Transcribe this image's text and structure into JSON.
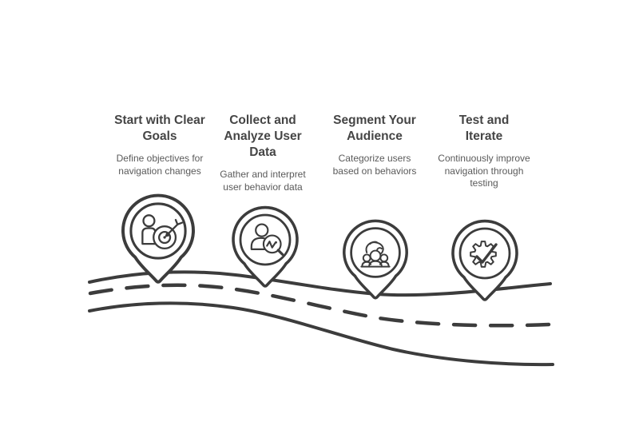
{
  "colors": {
    "background": "#ffffff",
    "line": "#3c3c3c",
    "heading": "#454545",
    "body_text": "#5a5a5a"
  },
  "steps": [
    {
      "title": "Start with Clear Goals",
      "title_lines": [
        "Start with Clear",
        "Goals"
      ],
      "description": "Define objectives for navigation changes",
      "desc_lines": [
        "Define objectives for",
        "navigation changes"
      ],
      "icon": "person-with-dartboard-target"
    },
    {
      "title": "Collect and Analyze User Data",
      "title_lines": [
        "Collect and",
        "Analyze User",
        "Data"
      ],
      "description": "Gather and interpret user behavior data",
      "desc_lines": [
        "Gather and interpret",
        "user behavior data"
      ],
      "icon": "user-with-analytics-magnifier"
    },
    {
      "title": "Segment Your Audience",
      "title_lines": [
        "Segment Your",
        "Audience"
      ],
      "description": "Categorize users based on behaviors",
      "desc_lines": [
        "Categorize users",
        "based on behaviors"
      ],
      "icon": "hand-over-user-group"
    },
    {
      "title": "Test and Iterate",
      "title_lines": [
        "Test and",
        "Iterate"
      ],
      "description": "Continuously improve navigation through testing",
      "desc_lines": [
        "Continuously improve",
        "navigation through",
        "testing"
      ],
      "icon": "gear-with-checkmark"
    }
  ]
}
